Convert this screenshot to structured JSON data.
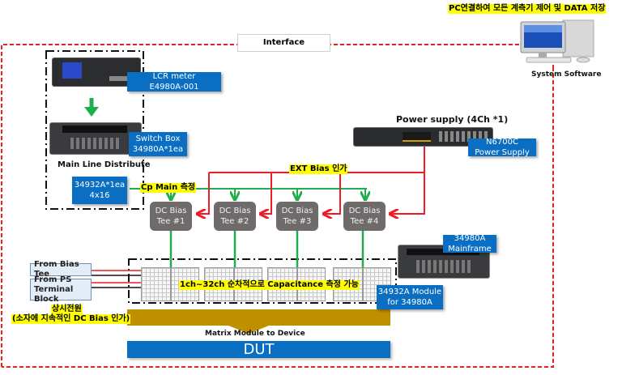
{
  "header": {
    "pc_note": "PC연결하여 모든 계측기 제어 및 DATA 저장",
    "system_software": "System Software",
    "interface": "Interface"
  },
  "main_line": {
    "lcr_meter": [
      "LCR meter",
      "E4980A-001"
    ],
    "switch_box": [
      "Switch Box",
      "34980A*1ea"
    ],
    "title": "Main Line Distribute",
    "module": [
      "34932A*1ea",
      "4x16"
    ]
  },
  "power_supply": {
    "title": "Power supply (4Ch *1)",
    "label": [
      "N6700C",
      "Power Supply"
    ]
  },
  "annotations": {
    "ext_bias": "EXT Bias 인가",
    "cp_main": "Cp Main 측정",
    "sequential": "1ch~32ch 순차적으로 Capacitance 측정 가능",
    "constant_power": "상시전원",
    "constant_power_note": "(소자에 지속적인 DC Bias 인가)"
  },
  "bias_tees": [
    {
      "line1": "DC Bias",
      "line2": "Tee #1"
    },
    {
      "line1": "DC Bias",
      "line2": "Tee #2"
    },
    {
      "line1": "DC Bias",
      "line2": "Tee #3"
    },
    {
      "line1": "DC Bias",
      "line2": "Tee #4"
    }
  ],
  "sources": {
    "from_bias_tee": "From Bias Tee",
    "from_ps": [
      "From PS",
      "Terminal Block"
    ]
  },
  "mainframe": {
    "label": [
      "34980A",
      "Mainframe"
    ],
    "module_label": [
      "34932A  Module",
      "for 34980A"
    ]
  },
  "bottom": {
    "matrix_to_device": "Matrix Module to Device",
    "dut": "DUT"
  },
  "colors": {
    "interface_line": "#e8231f",
    "bias_line": "#ee1c24",
    "signal_line": "#1fae4b",
    "blue_label": "#0a6fc2",
    "gold_bar": "#bf8f00",
    "highlight": "#ffff00"
  }
}
